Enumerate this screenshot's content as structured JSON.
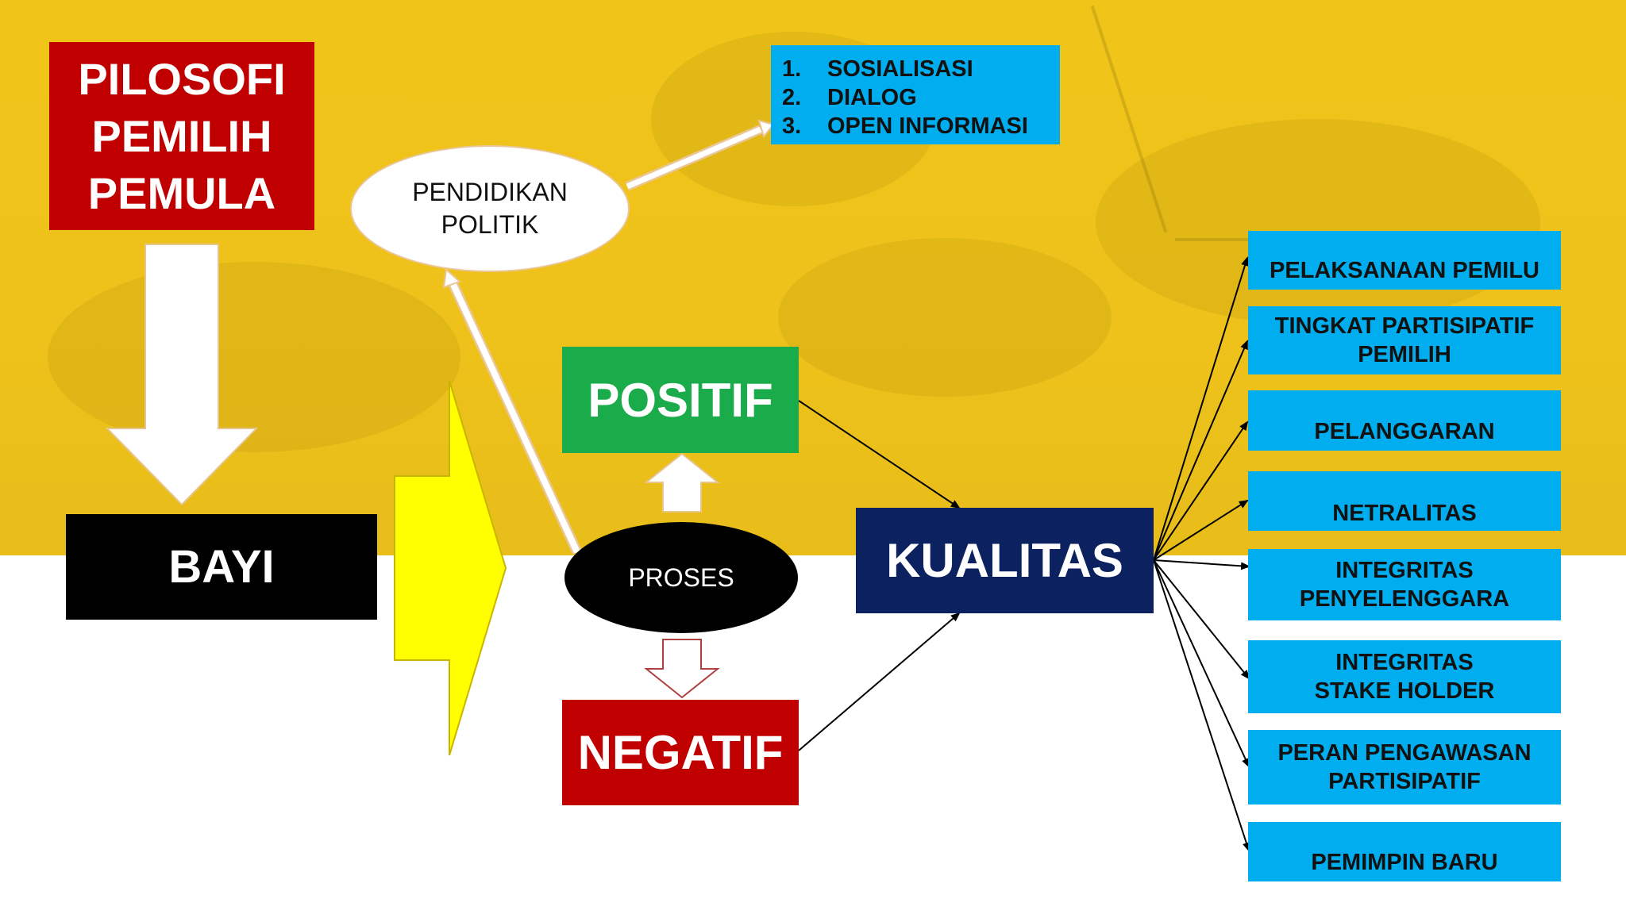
{
  "title": "PILOSOFI\nPEMILIH\nPEMULA",
  "bayi": "BAYI",
  "pendidikan": "PENDIDIKAN\nPOLITIK",
  "list": [
    {
      "num": "1.",
      "text": "SOSIALISASI"
    },
    {
      "num": "2.",
      "text": "DIALOG"
    },
    {
      "num": "3.",
      "text": "OPEN INFORMASI"
    }
  ],
  "positif": "POSITIF",
  "proses": "PROSES",
  "negatif": "NEGATIF",
  "kualitas": "KUALITAS",
  "outcomes": [
    "PELAKSANAAN PEMILU",
    "TINGKAT PARTISIPATIF\nPEMILIH",
    "PELANGGARAN",
    "NETRALITAS",
    "INTEGRITAS\nPENYELENGGARA",
    "INTEGRITAS\nSTAKE HOLDER",
    "PERAN PENGAWASAN\nPARTISIPATIF",
    "PEMIMPIN BARU"
  ],
  "colors": {
    "background_top": "#f0c419",
    "title_red": "#c00000",
    "positif_green": "#1aab4b",
    "kualitas_navy": "#0b2160",
    "list_blue": "#00aeef",
    "yellow_arrow": "#ffff00"
  }
}
